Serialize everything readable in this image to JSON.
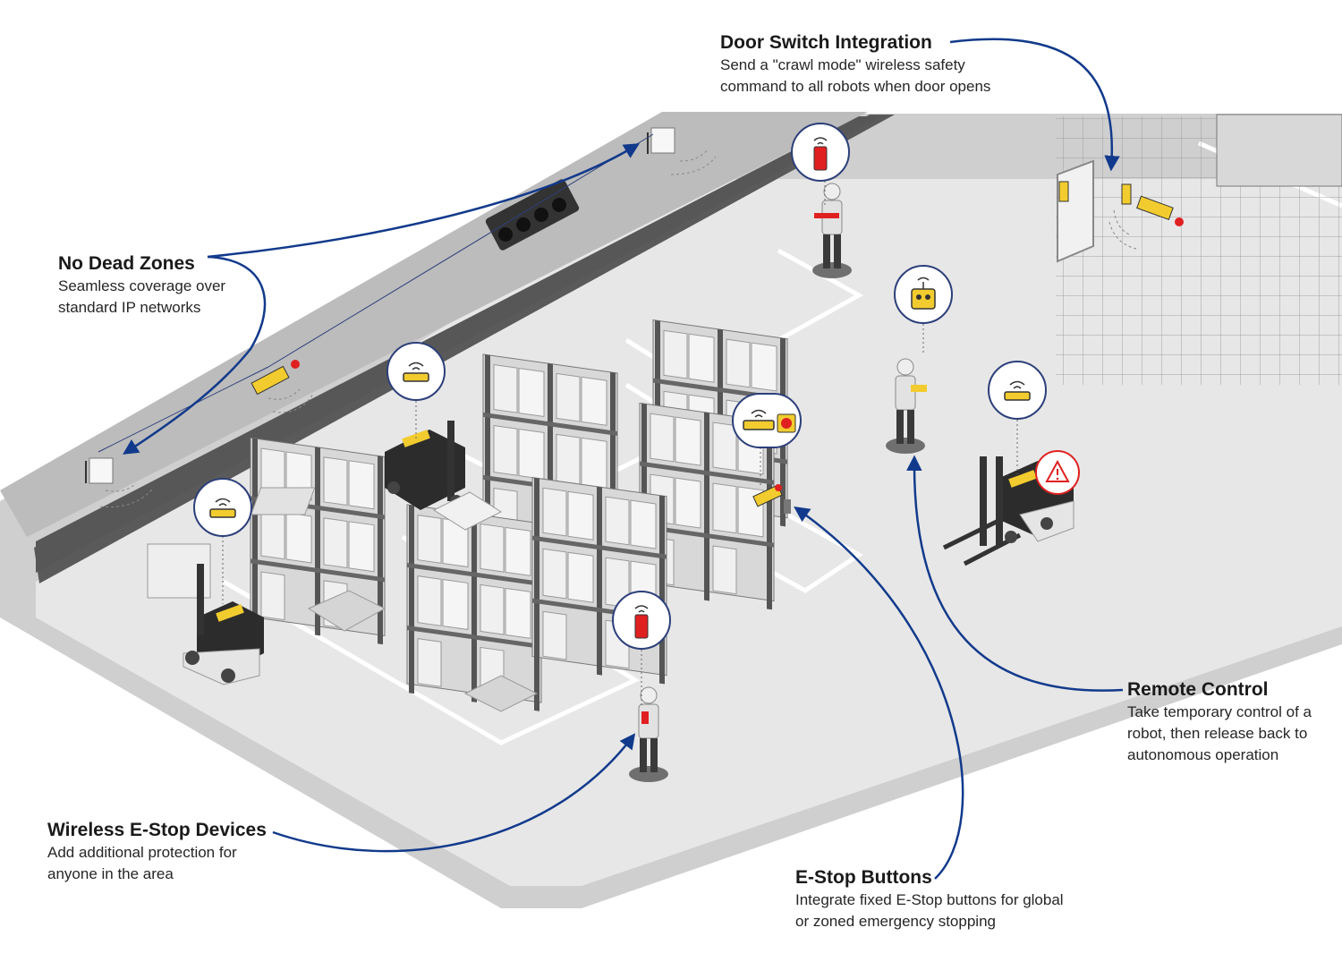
{
  "colors": {
    "accent_line": "#123a8c",
    "device_yellow": "#f2cc2e",
    "estop_red": "#e02020",
    "floor": "#e6e6e6",
    "wall": "#cfcfcf",
    "aisle": "#595959"
  },
  "icons": {
    "access_point": "wifi-access-point-icon",
    "estop_handheld": "wireless-estop-remote-icon",
    "robot_remote": "robot-remote-control-icon",
    "alert": "warning-triangle-icon",
    "estop_button": "estop-button-icon"
  },
  "callouts": {
    "door_switch": {
      "title": "Door Switch Integration",
      "desc": "Send a \"crawl mode\" wireless safety command to all robots when door opens"
    },
    "no_dead_zones": {
      "title": "No Dead Zones",
      "desc": "Seamless coverage over standard IP networks"
    },
    "remote_control": {
      "title": "Remote Control",
      "desc": "Take temporary control of a robot, then release back to autonomous operation"
    },
    "wireless_estop": {
      "title": "Wireless E-Stop Devices",
      "desc": "Add additional protection for anyone in the area"
    },
    "estop_buttons": {
      "title": "E-Stop Buttons",
      "desc": "Integrate fixed E-Stop buttons for global or zoned emergency stopping"
    }
  }
}
